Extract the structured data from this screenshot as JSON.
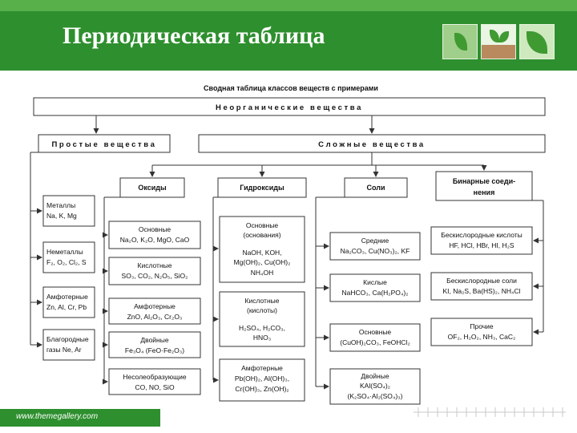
{
  "slide": {
    "title": "Периодическая таблица",
    "footer_url": "www.themegallery.com"
  },
  "diagram": {
    "caption": "Сводная таблица классов веществ с примерами",
    "root": "Неорганические вещества",
    "simple": "Простые вещества",
    "complex": "Сложные вещества",
    "classes": {
      "oxides": "Оксиды",
      "hydroxides": "Гидроксиды",
      "salts": "Соли",
      "binary": [
        "Бинарные соеди-",
        "нения"
      ]
    },
    "simple_items": [
      [
        "Металлы",
        "Na, K, Mg"
      ],
      [
        "Неметаллы",
        "F₂, O₂, Cl₂, S"
      ],
      [
        "Амфотерные",
        "Zn, Al, Cr, Pb"
      ],
      [
        "Благородные",
        "газы Ne, Ar"
      ]
    ],
    "oxide_items": [
      [
        "Основные",
        "Na₂O, K₂O, MgO, CaO"
      ],
      [
        "Кислотные",
        "SO₃, CO₂, N₂O₅, SiO₂"
      ],
      [
        "Амфотерные",
        "ZnO, Al₂O₃, Cr₂O₃"
      ],
      [
        "Двойные",
        "Fe₃O₄ (FeO·Fe₂O₃)"
      ],
      [
        "Несолеобразующие",
        "CO, NO, SiO"
      ]
    ],
    "hydroxide_items": [
      [
        "Основные",
        "(основания)",
        "NaOH, KOH,",
        "Mg(OH)₂, Cu(OH)₂",
        "NH₄OH"
      ],
      [
        "Кислотные",
        "(кислоты)",
        "H₂SO₄, H₂CO₃,",
        "HNO₃"
      ],
      [
        "Амфотерные",
        "Pb(OH)₂, Al(OH)₃,",
        "Cr(OH)₃, Zn(OH)₂"
      ]
    ],
    "salt_items": [
      [
        "Средние",
        "Na₂CO₃, Cu(NO₃)₂, KF"
      ],
      [
        "Кислые",
        "NaHCO₃, Ca(H₂PO₄)₂"
      ],
      [
        "Основные",
        "(CuOH)₂CO₃, FeOHCl₂"
      ],
      [
        "Двойные",
        "KAl(SO₄)₂",
        "(K₂SO₄·Al₂(SO₄)₃)"
      ]
    ],
    "binary_items": [
      [
        "Бескислородные кислоты",
        "HF, HCl, HBr, HI, H₂S"
      ],
      [
        "Бескислородные соли",
        "KI, Na₂S, Ba(HS)₂, NH₄Cl"
      ],
      [
        "Прочие",
        "OF₂, H₂O₂, NH₃, CaC₂"
      ]
    ]
  },
  "colors": {
    "header_green": "#2e8f2e",
    "band_green": "#57b04a"
  },
  "icons": [
    "seedling-photo",
    "sprout-photo",
    "leaf-photo",
    "leaf-ornament"
  ]
}
